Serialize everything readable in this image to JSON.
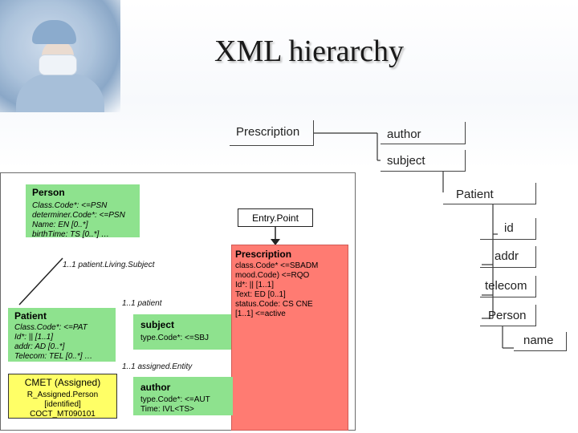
{
  "title": "XML hierarchy",
  "prescription_top": "Prescription",
  "right_tree": {
    "author": "author",
    "subject": "subject",
    "patient": "Patient",
    "id": "id",
    "addr": "addr",
    "telecom": "telecom",
    "person": "Person",
    "name": "name"
  },
  "entry_point": "Entry.Point",
  "person_box": {
    "title": "Person",
    "lines": [
      "Class.Code*: <=PSN",
      "determiner.Code*: <=PSN",
      "Name: EN [0..*]",
      "birthTime: TS [0..*] …"
    ]
  },
  "patient_living_label": "1..1 patient.Living.Subject",
  "patient_label": "1..1 patient",
  "patient_box": {
    "title": "Patient",
    "lines": [
      "Class.Code*: <=PAT",
      "Id*: || [1..1]",
      "addr: AD [0..*]",
      "Telecom: TEL [0..*] …"
    ]
  },
  "subject_box": {
    "title": "subject",
    "lines": [
      "type.Code*: <=SBJ"
    ]
  },
  "prescription_box": {
    "title": "Prescription",
    "lines": [
      "class.Code* <=SBADM",
      "mood.Code) <=RQO",
      "Id*: || [1..1]",
      "Text: ED [0..1]",
      "status.Code: CS CNE",
      "[1..1] <=active"
    ]
  },
  "assigned_label": "1..1 assigned.Entity",
  "cmet_box": {
    "title": "CMET (Assigned)",
    "lines": [
      "R_Assigned.Person",
      "[identified]",
      "COCT_MT090101"
    ]
  },
  "author_box": {
    "title": "author",
    "lines": [
      "type.Code*: <=AUT",
      "Time: IVL<TS>"
    ]
  }
}
